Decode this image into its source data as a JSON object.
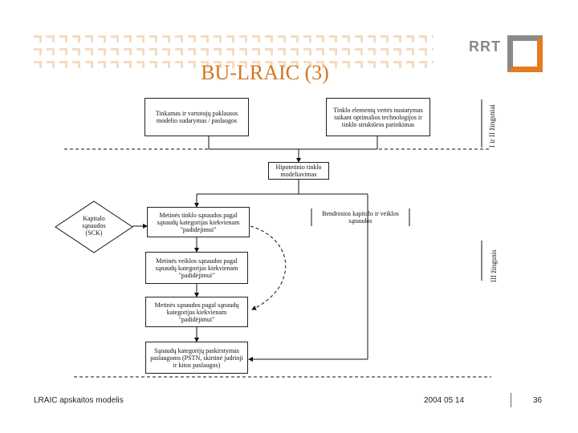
{
  "slide": {
    "title": "BU-LRAIC (3)",
    "logo_text": "RRT",
    "footer": {
      "model": "LRAIC apskaitos modelis",
      "date": "2004 05 14",
      "page": "36"
    }
  },
  "diagram": {
    "nodes": {
      "demand": "Tinkamas ir vartotojų paklausos modelio sudarymas / paslaugos",
      "network_elements": "Tinklo elementų vertės nustatymas taikant optimalios technologijos ir tinklo struktūros parinkimas",
      "hypothetical": "Hipotetinio tinklo modeliavimas",
      "cost_of_capital": "Kapitalo sąnaudos (SCK)",
      "annual_network_costs": "Metinės tinklo sąnaudos pagal sąnaudų kategorijas kiekvienam \"padidėjimui\"",
      "depreciation": "Bendrosios kapitalo ir veiklos sąnaudos",
      "annual_operating_costs": "Metinės veiklos sąnaudos pagal sąnaudų kategorijas kiekvienam \"padidėjimui\"",
      "total_costs": "Metinės sąnaudos pagal sąnaudų kategorijas kiekvienam \"padidėjimui\"",
      "allocation": "Sąnaudų kategorijų paskirstymas paslaugoms (PSTN, skirtinė judrioji ir kitos paslaugos)"
    },
    "stages": {
      "stage1": "I ir II žingsniai",
      "stage2": "III žingsnis"
    }
  },
  "colors": {
    "title": "#d4771f",
    "logo_grey": "#8a8a8a",
    "logo_orange": "#e87a1f",
    "stripes": "#f4dcc0"
  }
}
